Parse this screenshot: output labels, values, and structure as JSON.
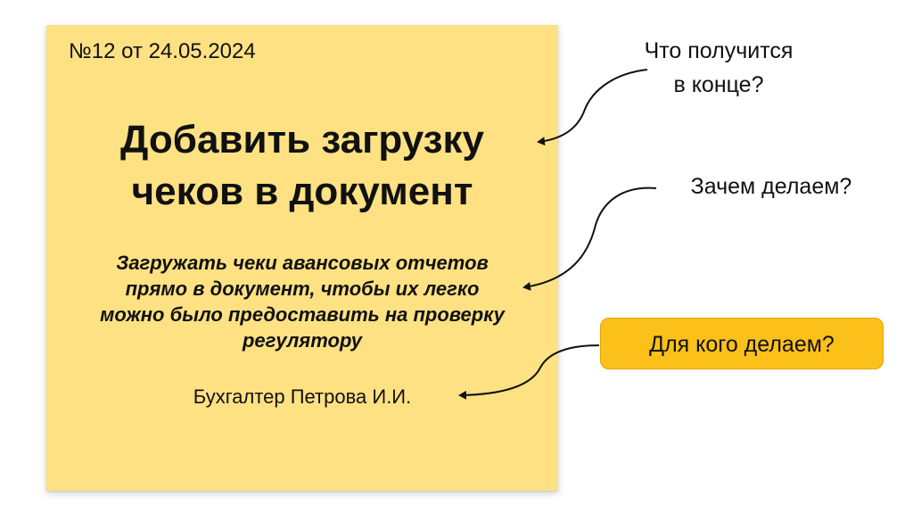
{
  "sticky_note": {
    "number_date": "№12 от 24.05.2024",
    "title_line1": "Добавить загрузку",
    "title_line2": "чеков в документ",
    "description_line1": "Загружать чеки авансовых отчетов",
    "description_line2": "прямо в документ, чтобы их легко",
    "description_line3": "можно было предоставить на проверку",
    "description_line4": "регулятору",
    "author": "Бухгалтер Петрова И.И.",
    "background_color": "#fde183"
  },
  "callouts": {
    "result_line1": "Что получится",
    "result_line2": "в конце?",
    "why": "Зачем делаем?",
    "who": "Для кого делаем?",
    "who_highlight_color": "#fcc01a"
  }
}
